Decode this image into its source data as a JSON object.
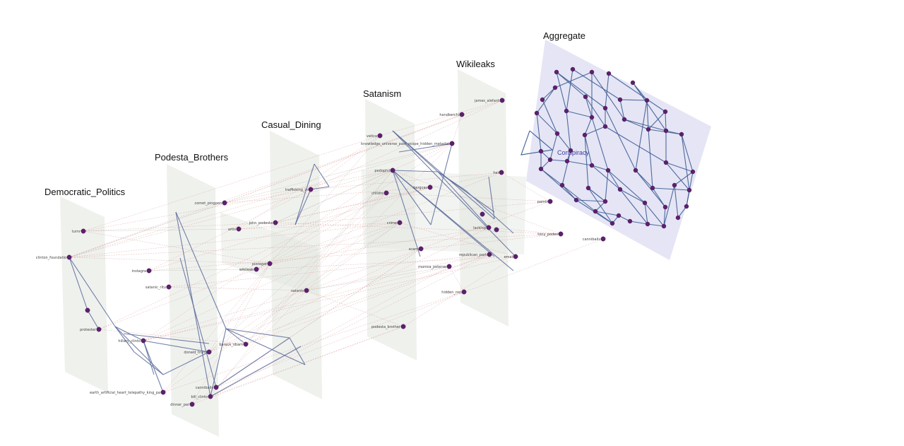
{
  "layers": [
    {
      "title": "Democratic_Politics"
    },
    {
      "title": "Podesta_Brothers"
    },
    {
      "title": "Casual_Dining"
    },
    {
      "title": "Satanism"
    },
    {
      "title": "Wikileaks"
    },
    {
      "title": "Aggregate"
    }
  ],
  "aggregate_label": "Conspiracy",
  "colors": {
    "plane": "#e9ece7",
    "aggregate_plane": "#dcdcf2",
    "intra_edge": "#5b6a9a",
    "inter_edge": "#d4918a",
    "node": "#5e1f6e"
  },
  "node_labels": {
    "turnr": "turnr",
    "clinton_foundation": "clinton_foundatio",
    "instagram": "instagra",
    "satanic_ritual": "satanic_ritu",
    "protester": "protester",
    "hillary_clinton": "hillary_clinto",
    "donald_trump": "donald_trum",
    "earth_artificial": "earth_artificial_heart_telepathy_king_pa",
    "dinner_party": "dinner_par",
    "comet_pingpong": "comet_pingpon",
    "john_podesta": "john_podesta",
    "artist": "artis",
    "pizzagate": "pizzagat",
    "wikileaks": "wikileak",
    "barack_obama": "barack_obam",
    "cannibalism_a": "cannibalis",
    "bill_clinton": "bill_clinto",
    "trafficking": "trafficking_in",
    "satanist": "satanis",
    "vatican": "vatica",
    "knowledge": "knowledge_universe_past_scope_hidden_metadat",
    "pedophile": "pedophil",
    "children": "childre",
    "crime": "crime",
    "scam": "scam",
    "monica_petersen": "monica_peterse",
    "hidden_room": "hidden_roo",
    "podesta_brothers": "podesta_brother",
    "handkerchief": "handkerchi",
    "james_alefantis": "james_alefant",
    "hei": "hei",
    "bergcast": "bergcas",
    "painting": "painti",
    "tony_podesta": "tony_podes",
    "cannibalism_b": "cannibalis",
    "lacking": "lacking",
    "republican": "republican_part",
    "email": "emai"
  }
}
